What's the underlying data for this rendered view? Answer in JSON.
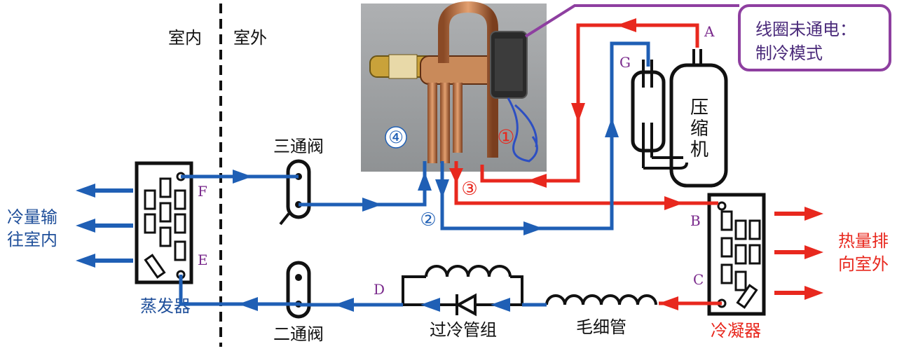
{
  "regions": {
    "indoor": "室内",
    "outdoor": "室外"
  },
  "callout": {
    "line1": "线圈未通电：",
    "line2": "制冷模式"
  },
  "components": {
    "three_way_valve": "三通阀",
    "two_way_valve": "二通阀",
    "subcooling_group": "过冷管组",
    "capillary": "毛细管",
    "evaporator": "蒸发器",
    "condenser": "冷凝器",
    "compressor": [
      "压",
      "缩",
      "机"
    ]
  },
  "heat_flows": {
    "cold_line1": "冷量输",
    "cold_line2": "往室内",
    "heat_line1": "热量排",
    "heat_line2": "向室外"
  },
  "ports": {
    "A": "A",
    "B": "B",
    "C": "C",
    "D": "D",
    "E": "E",
    "F": "F",
    "G": "G"
  },
  "valve_ports": {
    "p1": "①",
    "p2": "②",
    "p3": "③",
    "p4": "④"
  },
  "colors": {
    "hot": "#e8281e",
    "cold": "#1f5fb5",
    "callout_border": "#8e3fa0",
    "letter": "#7a2a8c",
    "body": "#111111"
  }
}
